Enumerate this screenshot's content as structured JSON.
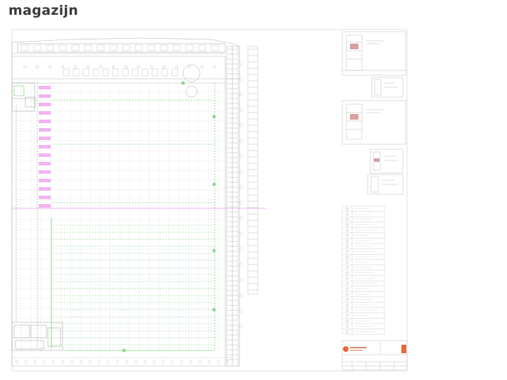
{
  "header": {
    "title": "magazijn"
  },
  "colors": {
    "line": "#b9b9b9",
    "line_dark": "#8a8a8a",
    "green": "#4cc24c",
    "magenta": "#e86be8",
    "pink_fill": "#f2b3f2",
    "accent": "#e8683a"
  },
  "legend": {
    "rows": 24
  },
  "sheet_details": {
    "count": 5
  }
}
